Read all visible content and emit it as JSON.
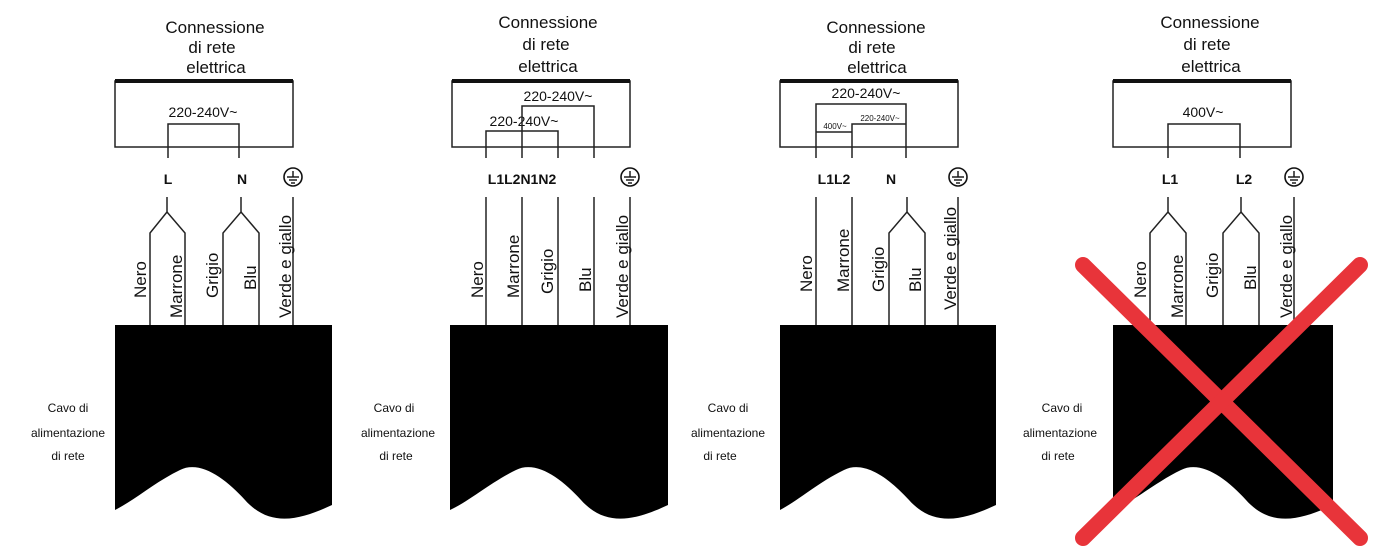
{
  "colors": {
    "ink": "#111111",
    "cable": "#000000",
    "cross": "#e8343a"
  },
  "icons": {
    "ground": "ground-symbol-icon",
    "cross": "prohibited-cross-icon"
  },
  "diagrams": [
    {
      "title": [
        "Connessione",
        "di rete",
        "elettrica"
      ],
      "voltages": [
        "220-240V~"
      ],
      "terminals": [
        "L",
        "N"
      ],
      "wires": [
        "Nero",
        "Marrone",
        "Grigio",
        "Blu",
        "Verde e giallo"
      ],
      "cable_label": [
        "Cavo di",
        "alimentazione",
        "di rete"
      ],
      "crossed": false
    },
    {
      "title": [
        "Connessione",
        "di rete",
        "elettrica"
      ],
      "voltages": [
        "220-240V~",
        "220-240V~"
      ],
      "terminals": [
        "L1L2N1N2"
      ],
      "wires": [
        "Nero",
        "Marrone",
        "Grigio",
        "Blu",
        "Verde e giallo"
      ],
      "cable_label": [
        "Cavo di",
        "alimentazione",
        "di rete"
      ],
      "crossed": false
    },
    {
      "title": [
        "Connessione",
        "di rete",
        "elettrica"
      ],
      "voltages": [
        "220-240V~",
        "400V~",
        "220-240V~"
      ],
      "terminals": [
        "L1L2",
        "N"
      ],
      "wires": [
        "Nero",
        "Marrone",
        "Grigio",
        "Blu",
        "Verde e giallo"
      ],
      "cable_label": [
        "Cavo di",
        "alimentazione",
        "di rete"
      ],
      "crossed": false
    },
    {
      "title": [
        "Connessione",
        "di rete",
        "elettrica"
      ],
      "voltages": [
        "400V~"
      ],
      "terminals": [
        "L1",
        "L2"
      ],
      "wires": [
        "Nero",
        "Marrone",
        "Grigio",
        "Blu",
        "Verde e giallo"
      ],
      "cable_label": [
        "Cavo di",
        "alimentazione",
        "di rete"
      ],
      "crossed": true
    }
  ]
}
